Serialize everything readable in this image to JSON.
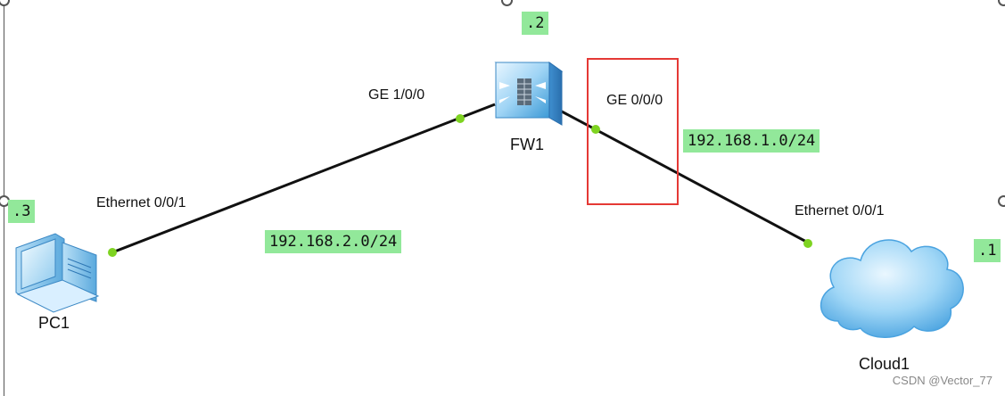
{
  "devices": {
    "pc": {
      "name": "PC1",
      "address_tag": ".3",
      "icon": "pc-icon"
    },
    "firewall": {
      "name": "FW1",
      "address_tag": ".2",
      "icon": "firewall-icon"
    },
    "cloud": {
      "name": "Cloud1",
      "address_tag": ".1",
      "icon": "cloud-icon"
    }
  },
  "ports": {
    "pc_port": "Ethernet 0/0/1",
    "fw_port_left": "GE 1/0/0",
    "fw_port_right": "GE 0/0/0",
    "cloud_port": "Ethernet 0/0/1"
  },
  "subnets": {
    "left": "192.168.2.0/24",
    "right": "192.168.1.0/24"
  },
  "watermark": "CSDN @Vector_77",
  "colors": {
    "tag_background": "#92e89a",
    "link_line": "#111111",
    "port_dot": "#7ed321",
    "highlight_box": "#e53935"
  }
}
